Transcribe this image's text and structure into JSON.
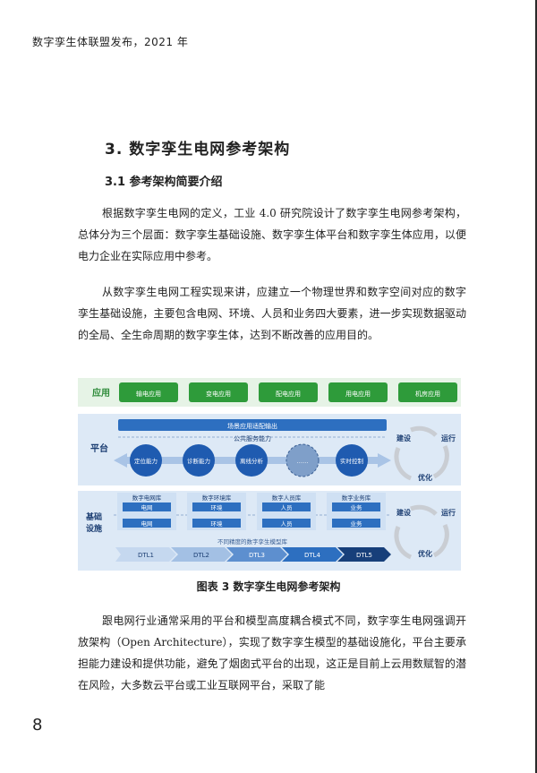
{
  "header": {
    "text": "数字孪生体联盟发布，2021 年"
  },
  "section": {
    "title": "3. 数字孪生电网参考架构",
    "subtitle": "3.1 参考架构简要介绍"
  },
  "paragraphs": {
    "p1": "根据数字孪生电网的定义，工业 4.0 研究院设计了数字孪生电网参考架构，总体分为三个层面：数字孪生基础设施、数字孪生体平台和数字孪生体应用，以便电力企业在实际应用中参考。",
    "p2": "从数字孪生电网工程实现来讲，应建立一个物理世界和数字空间对应的数字孪生基础设施，主要包含电网、环境、人员和业务四大要素，进一步实现数据驱动的全局、全生命周期的数字孪生体，达到不断改善的应用目的。",
    "p3": "跟电网行业通常采用的平台和模型高度耦合模式不同，数字孪生电网强调开放架构（Open Architecture），实现了数字孪生模型的基础设施化，平台主要承担能力建设和提供功能，避免了烟囱式平台的出现，这正是目前上云用数赋智的潜在风险，大多数云平台或工业互联网平台，采取了能"
  },
  "figure": {
    "caption": "图表 3 数字孪生电网参考架构",
    "app_layer": {
      "label": "应用",
      "items": [
        "输电应用",
        "变电应用",
        "配电应用",
        "用电应用",
        "机房应用"
      ]
    },
    "platform_layer": {
      "label": "平台",
      "banner": "场景应用适配输出",
      "service_label": "公共服务能力",
      "capabilities": [
        "定位能力",
        "诊断能力",
        "离线分析",
        "……",
        "实时控制"
      ]
    },
    "infra_layer": {
      "label": "基础设施",
      "libs": [
        {
          "name": "数字电网库",
          "top": "电网",
          "bottom": "电网"
        },
        {
          "name": "数字环境库",
          "top": "环境",
          "bottom": "环境"
        },
        {
          "name": "数字人员库",
          "top": "人员",
          "bottom": "人员"
        },
        {
          "name": "数字业务库",
          "top": "业务",
          "bottom": "业务"
        }
      ],
      "model_label": "不同精度的数字孪生模型库",
      "dtl": [
        "DTL1",
        "DTL2",
        "DTL3",
        "DTL4",
        "DTL5"
      ]
    },
    "cycle": {
      "build": "建设",
      "operate": "运行",
      "optimize": "优化"
    }
  },
  "page": {
    "number": "8"
  },
  "colors": {
    "green": "#2e9b3a",
    "blue": "#2d6fc0",
    "dark_blue": "#173f7a",
    "panel": "#dce8f5"
  }
}
